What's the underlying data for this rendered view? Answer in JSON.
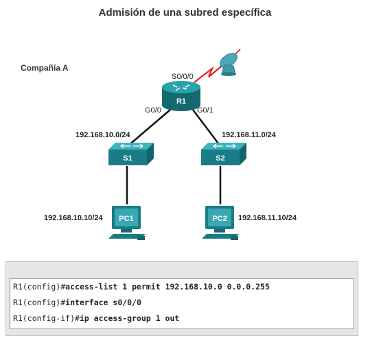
{
  "title": "Admisión de una subred específica",
  "company": "Compañía A",
  "devices": {
    "router": "R1",
    "switch1": "S1",
    "switch2": "S2",
    "pc1": "PC1",
    "pc2": "PC2"
  },
  "interfaces": {
    "serial": "S0/0/0",
    "g00": "G0/0",
    "g01": "G0/1"
  },
  "networks": {
    "left": "192.168.10.0/24",
    "right": "192.168.11.0/24"
  },
  "hosts": {
    "pc1_ip": "192.168.10.10/24",
    "pc2_ip": "192.168.11.10/24"
  },
  "commands": [
    {
      "prompt": "R1(config)#",
      "cmd": "access-list 1 permit 192.168.10.0 0.0.0.255"
    },
    {
      "prompt": "R1(config)#",
      "cmd": "interface s0/0/0"
    },
    {
      "prompt": "R1(config-if)#",
      "cmd": "ip access-group 1 out"
    }
  ],
  "colors": {
    "device_teal": "#1e8a94",
    "device_dark": "#146870",
    "serial_link": "#e02020",
    "cloud_icon": "#4aaab8"
  }
}
